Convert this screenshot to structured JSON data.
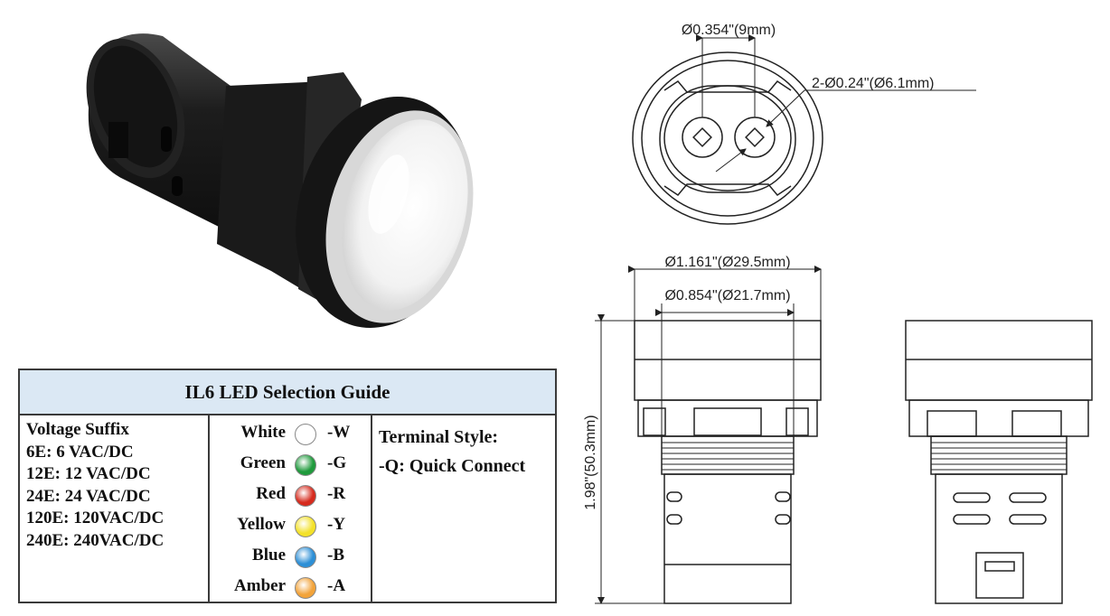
{
  "guide": {
    "title": "IL6 LED Selection Guide",
    "voltage_header": "Voltage Suffix",
    "voltages": [
      "6E: 6 VAC/DC",
      "12E: 12 VAC/DC",
      "24E: 24 VAC/DC",
      "120E: 120VAC/DC",
      "240E: 240VAC/DC"
    ],
    "colors": [
      {
        "name": "White",
        "suffix": "-W",
        "color": "#ffffff"
      },
      {
        "name": "Green",
        "suffix": "-G",
        "color": "#1f9a3c"
      },
      {
        "name": "Red",
        "suffix": "-R",
        "color": "#d62b1e"
      },
      {
        "name": "Yellow",
        "suffix": "-Y",
        "color": "#f3e12a"
      },
      {
        "name": "Blue",
        "suffix": "-B",
        "color": "#2d8fd6"
      },
      {
        "name": "Amber",
        "suffix": "-A",
        "color": "#f2a33a"
      }
    ],
    "terminal_header": "Terminal Style:",
    "terminal_option": "-Q: Quick Connect"
  },
  "dimensions": {
    "pin_spacing": "Ø0.354\"(9mm)",
    "pin_diameter": "2-Ø0.24\"(Ø6.1mm)",
    "outer_diameter": "Ø1.161\"(Ø29.5mm)",
    "body_diameter": "Ø0.854\"(Ø21.7mm)",
    "height": "1.98\"(50.3mm)"
  }
}
